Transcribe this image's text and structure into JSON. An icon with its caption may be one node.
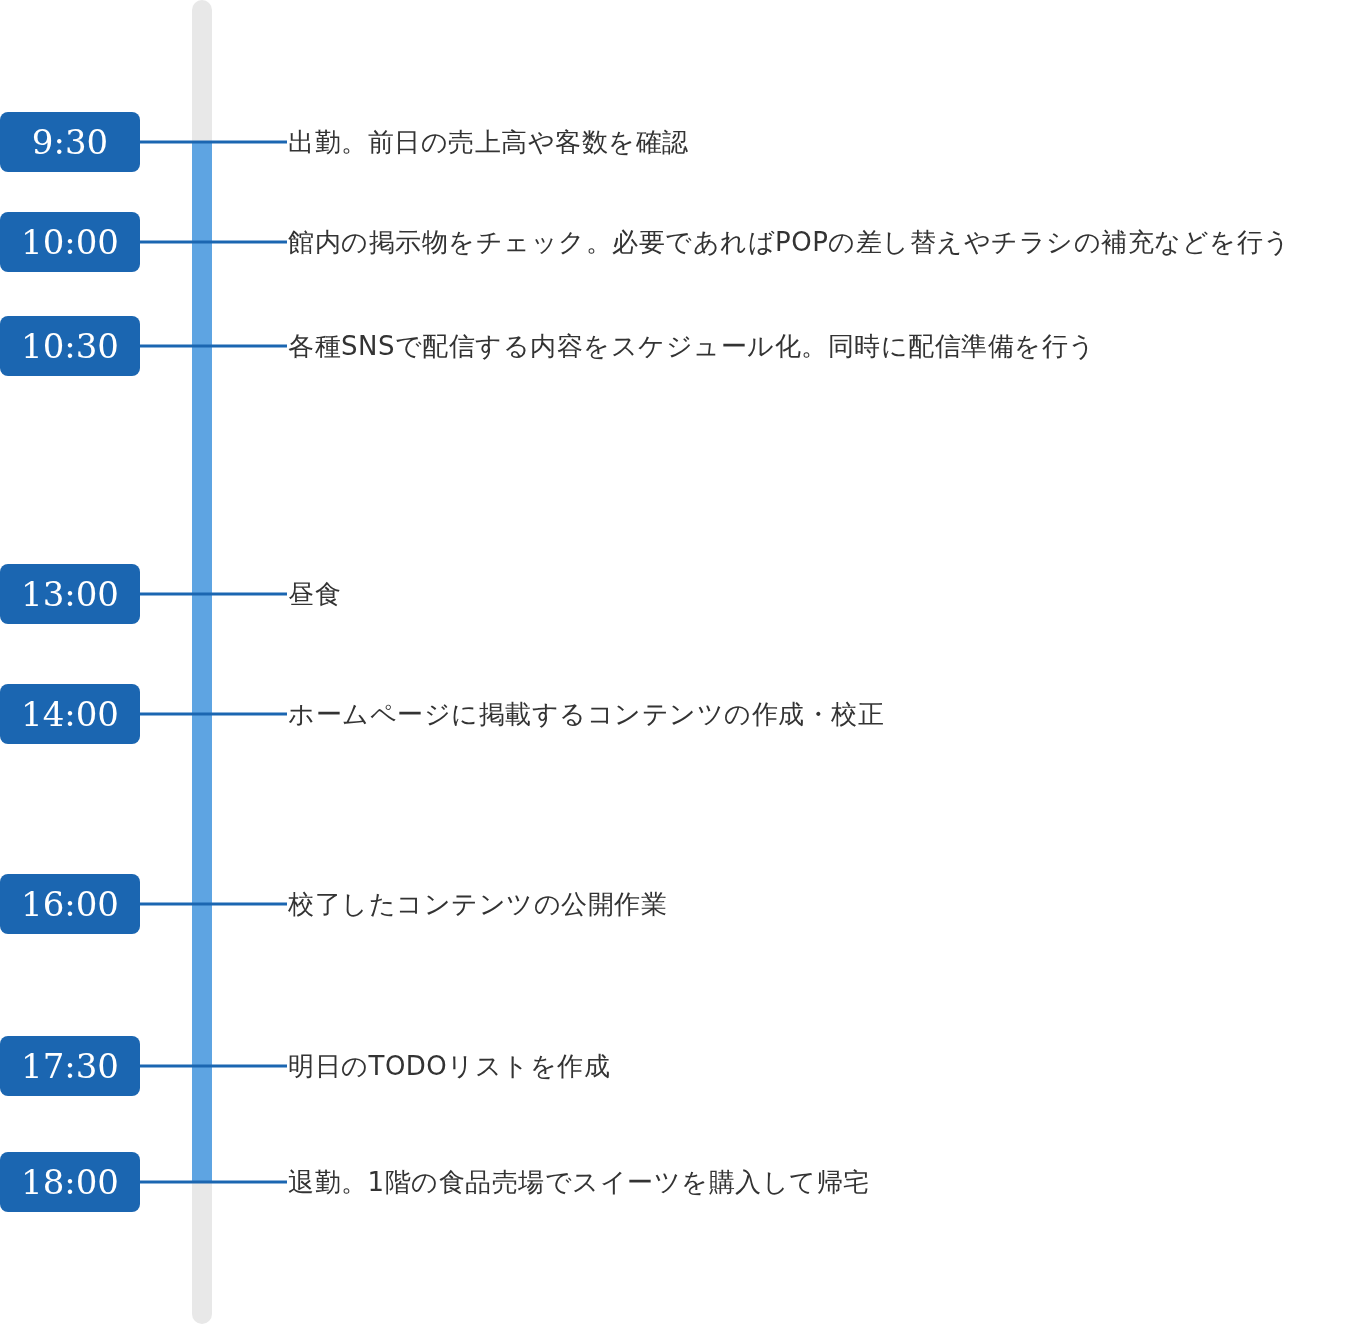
{
  "diagram": {
    "nodes": [
      {
        "text": [
          "9:30"
        ]
      },
      {
        "text": [
          "出勤。前日の売上高や客数を確認"
        ]
      },
      {
        "text": [
          "10:00"
        ]
      },
      {
        "text": [
          "館内の掲示物をチェック。必要であればPOPの差し替えやチラシの補充などを行う"
        ]
      },
      {
        "text": [
          "10:30"
        ]
      },
      {
        "text": [
          "各種SNSで配信する内容をスケジュール化。同時に配信準備を行う"
        ]
      },
      {
        "text": [
          "13:00"
        ]
      },
      {
        "text": [
          "昼食"
        ]
      },
      {
        "text": [
          "14:00"
        ]
      },
      {
        "text": [
          "ホームページに掲載するコンテンツの作成・校正"
        ]
      },
      {
        "text": [
          "16:00"
        ]
      },
      {
        "text": [
          "校了したコンテンツの公開作業"
        ]
      },
      {
        "text": [
          "17:30"
        ]
      },
      {
        "text": [
          "明日のTODOリストを作成"
        ]
      },
      {
        "text": [
          "18:00"
        ]
      },
      {
        "text": [
          "退勤。1階の食品売場でスイーツを購入して帰宅"
        ]
      }
    ],
    "edges": [
      {
        "from": 0,
        "to": 1,
        "arrow": "none"
      },
      {
        "from": 2,
        "to": 3,
        "arrow": "none"
      },
      {
        "from": 4,
        "to": 5,
        "arrow": "none"
      },
      {
        "from": 6,
        "to": 7,
        "arrow": "none"
      },
      {
        "from": 8,
        "to": 9,
        "arrow": "none"
      },
      {
        "from": 10,
        "to": 11,
        "arrow": "none"
      },
      {
        "from": 12,
        "to": 13,
        "arrow": "none"
      },
      {
        "from": 14,
        "to": 15,
        "arrow": "none"
      }
    ]
  }
}
